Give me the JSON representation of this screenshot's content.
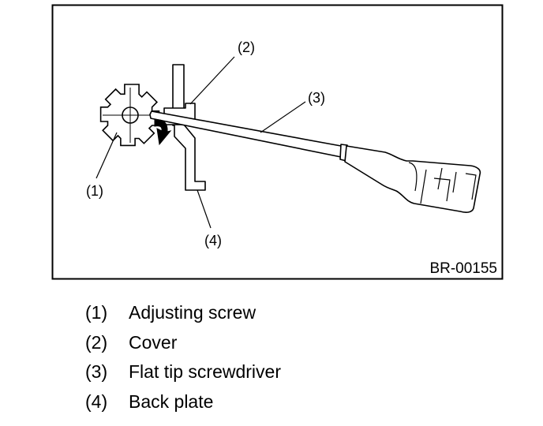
{
  "figure": {
    "code": "BR-00155",
    "callouts": [
      "(1)",
      "(2)",
      "(3)",
      "(4)"
    ]
  },
  "legend": {
    "items": [
      {
        "num": "(1)",
        "text": "Adjusting screw"
      },
      {
        "num": "(2)",
        "text": "Cover"
      },
      {
        "num": "(3)",
        "text": "Flat tip screwdriver"
      },
      {
        "num": "(4)",
        "text": "Back plate"
      }
    ]
  }
}
